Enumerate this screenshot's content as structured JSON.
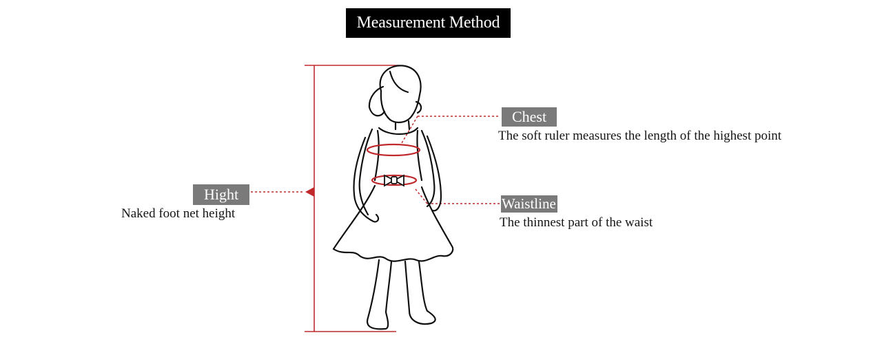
{
  "title": "Measurement Method",
  "labels": {
    "hight": {
      "tag": "Hight",
      "desc": "Naked foot net height"
    },
    "chest": {
      "tag": "Chest",
      "desc": "The soft ruler measures the length of the highest point"
    },
    "waist": {
      "tag": "Waistline",
      "desc": "The thinnest part of the waist"
    }
  },
  "colors": {
    "accent": "#c0282c",
    "tag_bg": "#7a7a7a",
    "title_bg": "#000000"
  }
}
